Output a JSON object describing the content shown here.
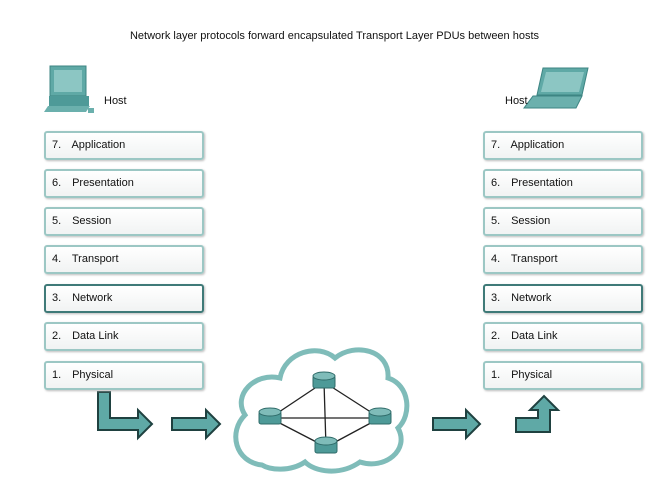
{
  "title": "Network layer protocols forward encapsulated Transport Layer PDUs between hosts",
  "left_host": {
    "label": "Host",
    "icon": "desktop-computer-icon"
  },
  "right_host": {
    "label": "Host",
    "icon": "laptop-icon"
  },
  "layers": [
    {
      "num": "7.",
      "name": "Application"
    },
    {
      "num": "6.",
      "name": "Presentation"
    },
    {
      "num": "5.",
      "name": "Session"
    },
    {
      "num": "4.",
      "name": "Transport"
    },
    {
      "num": "3.",
      "name": "Network"
    },
    {
      "num": "2.",
      "name": "Data Link"
    },
    {
      "num": "1.",
      "name": "Physical"
    }
  ],
  "colors": {
    "teal": "#4e9a98",
    "border": "#9cc7c4",
    "network_border": "#3f7a78"
  }
}
